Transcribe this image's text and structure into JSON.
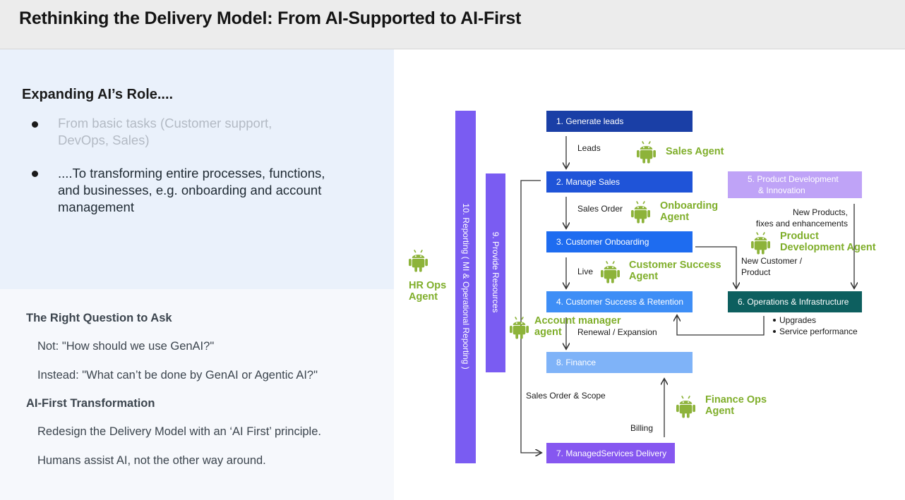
{
  "title": "Rethinking the Delivery Model: From AI-Supported to AI-First",
  "left": {
    "heading": "Expanding AI’s Role....",
    "bullets": [
      {
        "line1": "From basic tasks (Customer support,",
        "line2": "DevOps, Sales)"
      },
      {
        "line1": "....To transforming entire processes, functions,",
        "line2": "and businesses, e.g. onboarding and account",
        "line3": "management"
      }
    ],
    "question_heading": "The Right Question to Ask",
    "question_not": "Not: \"How should we use GenAI?\"",
    "question_instead": "Instead: \"What can’t be done by GenAI or Agentic AI?\"",
    "transform_heading": "AI-First Transformation",
    "transform_p1": "Redesign the Delivery Model with an ‘AI First’ principle.",
    "transform_p2": "Humans assist AI, not the other way around."
  },
  "diagram": {
    "bar_reporting": "10. Reporting ( MI & Operational Reporting )",
    "bar_resources": "9. Provide Resources",
    "boxes": {
      "b1": "1. Generate leads",
      "b2": "2. Manage Sales",
      "b3": "3. Customer Onboarding",
      "b4": "4. Customer Success & Retention",
      "b8": "8. Finance",
      "b7": "7. ManagedServices Delivery",
      "b5_line1": "5. Product Development",
      "b5_line2": "& Innovation",
      "b6": "6. Operations & Infrastructure"
    },
    "labels": {
      "leads": "Leads",
      "sales_order": "Sales Order",
      "live": "Live",
      "renewal": "Renewal / Expansion",
      "sales_order_scope": "Sales Order & Scope",
      "billing": "Billing",
      "new_products_1": "New Products,",
      "new_products_2": "fixes and enhancements",
      "new_customer_1": "New Customer /",
      "new_customer_2": "Product",
      "upgrades": "Upgrades",
      "service_perf": "Service performance"
    },
    "agents": {
      "sales": "Sales Agent",
      "onboarding_1": "Onboarding",
      "onboarding_2": "Agent",
      "customer_success_1": "Customer Success",
      "customer_success_2": "Agent",
      "product_dev_1": "Product",
      "product_dev_2": "Development Agent",
      "hr_1": "HR Ops",
      "hr_2": "Agent",
      "account_1": "Account manager",
      "account_2": "agent",
      "finance_1": "Finance Ops",
      "finance_2": "Agent"
    },
    "colors": {
      "purple_bar": "#7a5cf2",
      "agent_green": "#8db33a",
      "ops_teal": "#0d5f5f"
    },
    "icon": "android-robot-icon"
  }
}
